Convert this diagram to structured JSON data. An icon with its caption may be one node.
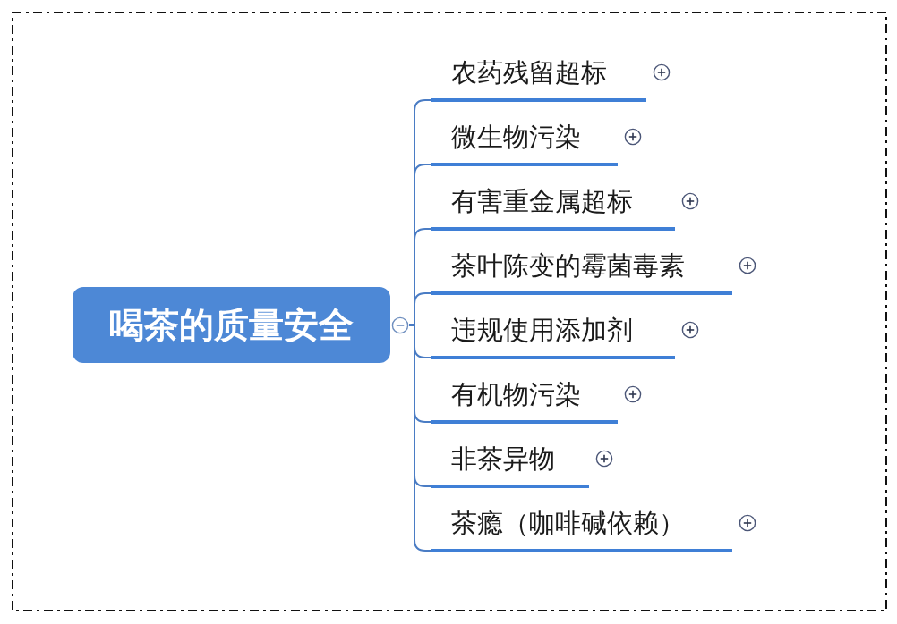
{
  "diagram": {
    "nodes": [
      {
        "text": [
          "喝茶的质量安全"
        ]
      },
      {
        "text": [
          "农药残留超标"
        ]
      },
      {
        "text": [
          "微生物污染"
        ]
      },
      {
        "text": [
          "有害重金属超标"
        ]
      },
      {
        "text": [
          "茶叶陈变的霉菌毒素"
        ]
      },
      {
        "text": [
          "违规使用添加剂"
        ]
      },
      {
        "text": [
          "有机物污染"
        ]
      },
      {
        "text": [
          "非茶异物"
        ]
      },
      {
        "text": [
          "茶瘾（咖啡碱依赖）"
        ]
      }
    ],
    "edges": [
      {
        "from": 0,
        "to": 1,
        "arrow": "none"
      },
      {
        "from": 0,
        "to": 2,
        "arrow": "none"
      },
      {
        "from": 0,
        "to": 3,
        "arrow": "none"
      },
      {
        "from": 0,
        "to": 4,
        "arrow": "none"
      },
      {
        "from": 0,
        "to": 5,
        "arrow": "none"
      },
      {
        "from": 0,
        "to": 6,
        "arrow": "none"
      },
      {
        "from": 0,
        "to": 7,
        "arrow": "none"
      },
      {
        "from": 0,
        "to": 8,
        "arrow": "none"
      }
    ]
  }
}
